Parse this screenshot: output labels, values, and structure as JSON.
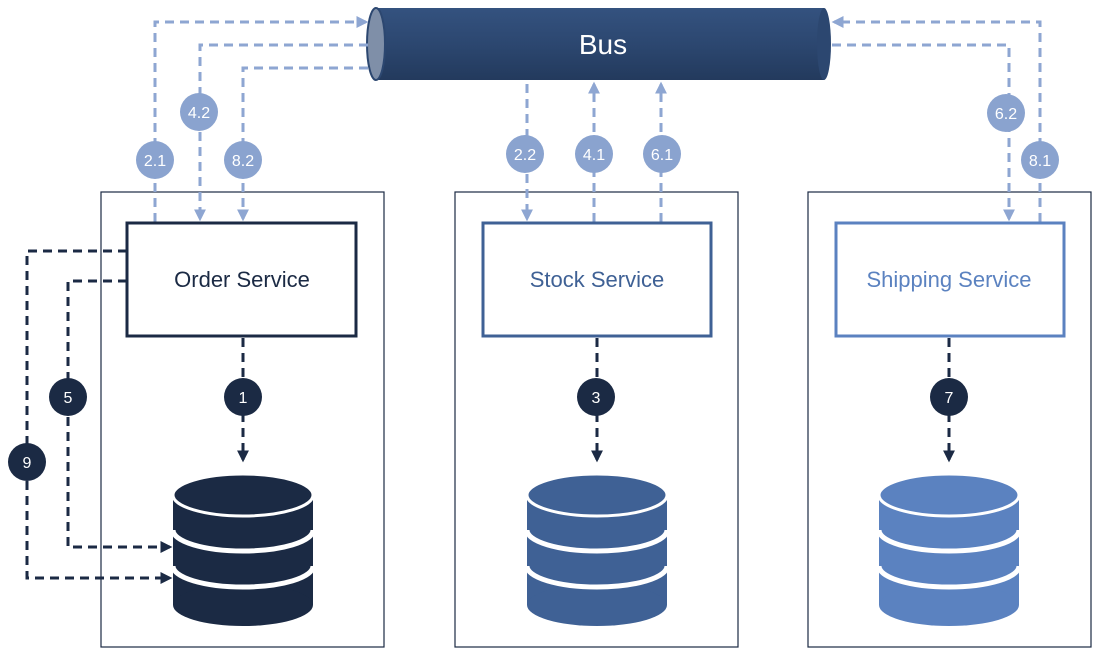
{
  "bus": {
    "label": "Bus"
  },
  "services": {
    "order": {
      "label": "Order Service"
    },
    "stock": {
      "label": "Stock Service"
    },
    "shipping": {
      "label": "Shipping Service"
    }
  },
  "steps": {
    "s1": "1",
    "s2_1": "2.1",
    "s2_2": "2.2",
    "s3": "3",
    "s4_1": "4.1",
    "s4_2": "4.2",
    "s5": "5",
    "s6_1": "6.1",
    "s6_2": "6.2",
    "s7": "7",
    "s8_1": "8.1",
    "s8_2": "8.2",
    "s9": "9"
  },
  "colors": {
    "dark": "#1b2a44",
    "mid": "#3f6195",
    "light": "#5b82c0",
    "bus": "#2c4770",
    "badge_light": "#8aa3cf",
    "arrow_light": "#8ea6d2"
  }
}
